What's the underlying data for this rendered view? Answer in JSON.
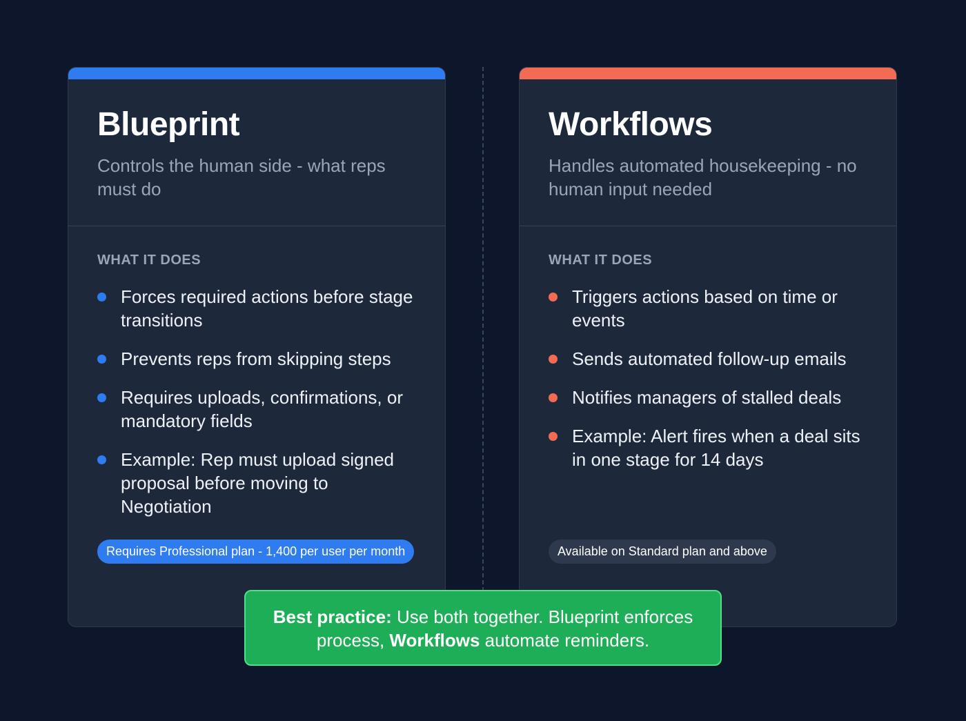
{
  "colors": {
    "background": "#0d162a",
    "card": "#1e283b",
    "blueprint_accent": "#2f7cf0",
    "workflows_accent": "#f26b52",
    "callout": "#1eae57",
    "neutral_badge": "#2e394d"
  },
  "cards": [
    {
      "title": "Blueprint",
      "subtitle": "Controls the human side - what reps must do",
      "section_label": "WHAT IT DOES",
      "items": [
        "Forces required actions before stage transitions",
        "Prevents reps from skipping steps",
        "Requires uploads, confirmations, or mandatory fields",
        "Example: Rep must upload signed proposal before moving to Negotiation"
      ],
      "badge": "Requires Professional plan - 1,400 per user per month"
    },
    {
      "title": "Workflows",
      "subtitle": "Handles automated housekeeping - no human input needed",
      "section_label": "WHAT IT DOES",
      "items": [
        "Triggers actions based on time or events",
        "Sends automated follow-up emails",
        "Notifies managers of stalled deals",
        "Example: Alert fires when a deal sits in one stage for 14 days"
      ],
      "badge": "Available on Standard plan and above"
    }
  ],
  "callout": {
    "lead": "Best practice:",
    "text1": " Use both together. Blueprint enforces process, ",
    "bold2": "Workflows",
    "text2": " automate reminders."
  }
}
